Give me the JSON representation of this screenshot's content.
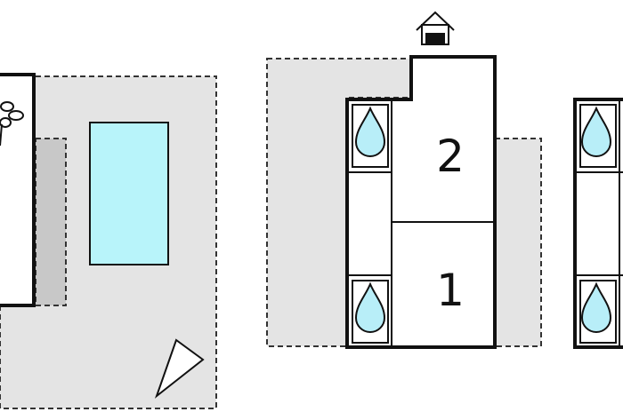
{
  "floorplan": {
    "rooms": [
      {
        "id": "room-2",
        "label": "2"
      },
      {
        "id": "room-1",
        "label": "1"
      }
    ],
    "icons": [
      "flower-icon",
      "house-entrance-icon",
      "water-drop-icon",
      "compass-north-arrow-icon"
    ],
    "colors": {
      "terrace_fill": "#e4e4e4",
      "strip_fill": "#c8c8c8",
      "pool_fill": "#b8f4fa",
      "drop_fill": "#b8eef8",
      "wall": "#111111"
    }
  }
}
